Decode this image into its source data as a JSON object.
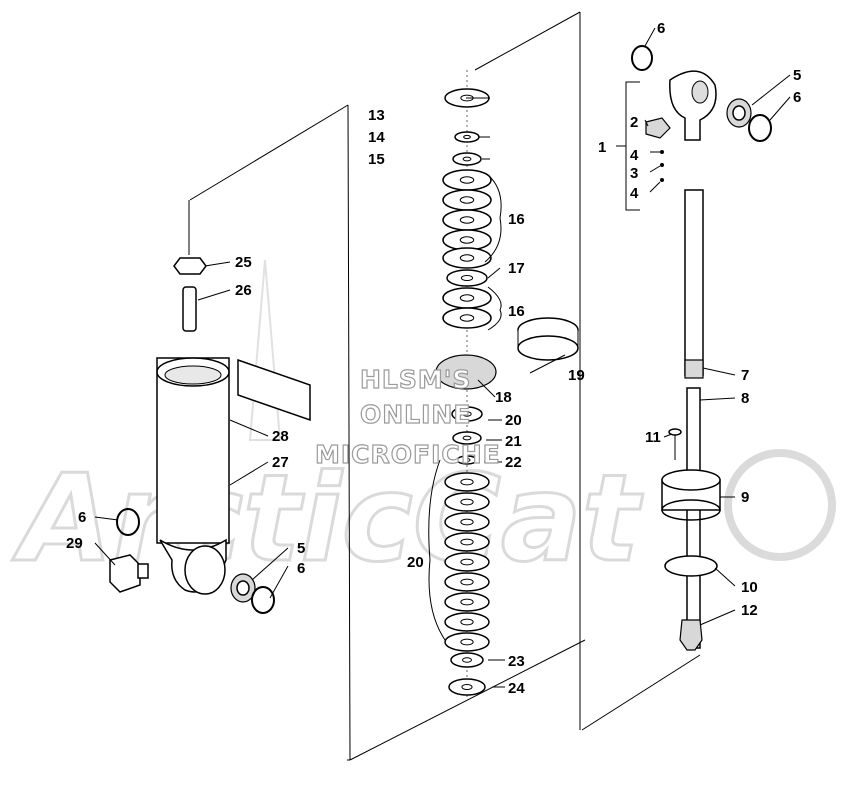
{
  "watermark": {
    "brand": "ArcticCat",
    "lines": [
      "HLSM'S",
      "ONLINE",
      "MICROFICHE"
    ]
  },
  "callouts": [
    {
      "id": "c1",
      "label": "1"
    },
    {
      "id": "c2",
      "label": "2"
    },
    {
      "id": "c3",
      "label": "3"
    },
    {
      "id": "c4a",
      "label": "4"
    },
    {
      "id": "c4b",
      "label": "4"
    },
    {
      "id": "c5a",
      "label": "5"
    },
    {
      "id": "c5b",
      "label": "5"
    },
    {
      "id": "c6a",
      "label": "6"
    },
    {
      "id": "c6b",
      "label": "6"
    },
    {
      "id": "c6c",
      "label": "6"
    },
    {
      "id": "c6d",
      "label": "6"
    },
    {
      "id": "c7",
      "label": "7"
    },
    {
      "id": "c8",
      "label": "8"
    },
    {
      "id": "c9",
      "label": "9"
    },
    {
      "id": "c10",
      "label": "10"
    },
    {
      "id": "c11",
      "label": "11"
    },
    {
      "id": "c12",
      "label": "12"
    },
    {
      "id": "c13",
      "label": "13"
    },
    {
      "id": "c14",
      "label": "14"
    },
    {
      "id": "c15",
      "label": "15"
    },
    {
      "id": "c16a",
      "label": "16"
    },
    {
      "id": "c16b",
      "label": "16"
    },
    {
      "id": "c17",
      "label": "17"
    },
    {
      "id": "c18",
      "label": "18"
    },
    {
      "id": "c19",
      "label": "19"
    },
    {
      "id": "c20a",
      "label": "20"
    },
    {
      "id": "c20b",
      "label": "20"
    },
    {
      "id": "c21",
      "label": "21"
    },
    {
      "id": "c22",
      "label": "22"
    },
    {
      "id": "c23",
      "label": "23"
    },
    {
      "id": "c24",
      "label": "24"
    },
    {
      "id": "c25",
      "label": "25"
    },
    {
      "id": "c26",
      "label": "26"
    },
    {
      "id": "c27",
      "label": "27"
    },
    {
      "id": "c28",
      "label": "28"
    },
    {
      "id": "c29",
      "label": "29"
    }
  ]
}
